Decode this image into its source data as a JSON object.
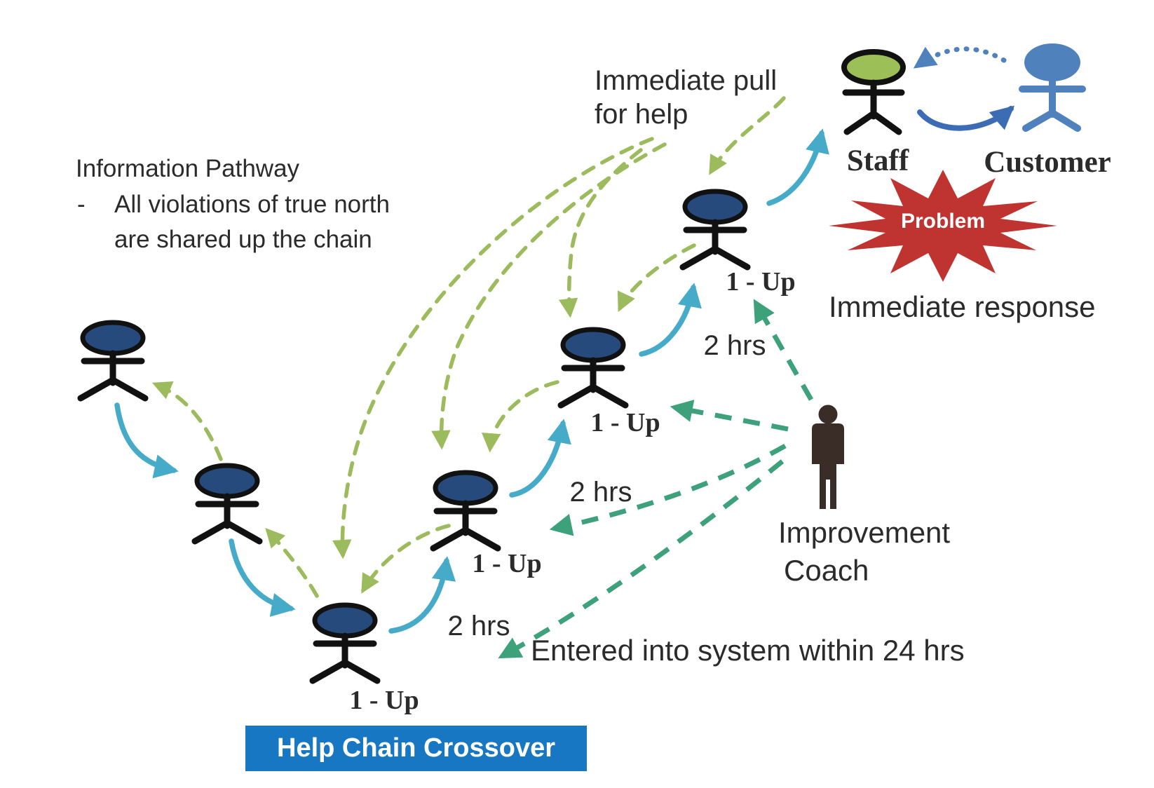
{
  "diagram": {
    "info_pathway": {
      "title": "Information Pathway",
      "bullet": "-",
      "line2": "All violations of true north",
      "line3": "are shared up the chain"
    },
    "immediate_pull": {
      "line1": "Immediate pull",
      "line2": "for help"
    },
    "staff_label": "Staff",
    "customer_label": "Customer",
    "problem_label": "Problem",
    "immediate_response": "Immediate response",
    "one_up": "1 - Up",
    "two_hrs": "2 hrs",
    "coach": {
      "line1": "Improvement",
      "line2": "Coach"
    },
    "entered": "Entered into system within 24 hrs",
    "banner": "Help Chain Crossover"
  },
  "colors": {
    "navy": "#274a7c",
    "staff-green": "#9dbf57",
    "customer-blue": "#4f81bd",
    "teal": "#45abc9",
    "olive": "#9cbb5c",
    "coach-green": "#3da17c",
    "arc-blue": "#3c6cb4",
    "dot-blue": "#4f81bd",
    "problem-red": "#bf3430",
    "banner-blue": "#1877c2",
    "coach-dark": "#3a2d28",
    "ink": "#2b2b2b"
  }
}
